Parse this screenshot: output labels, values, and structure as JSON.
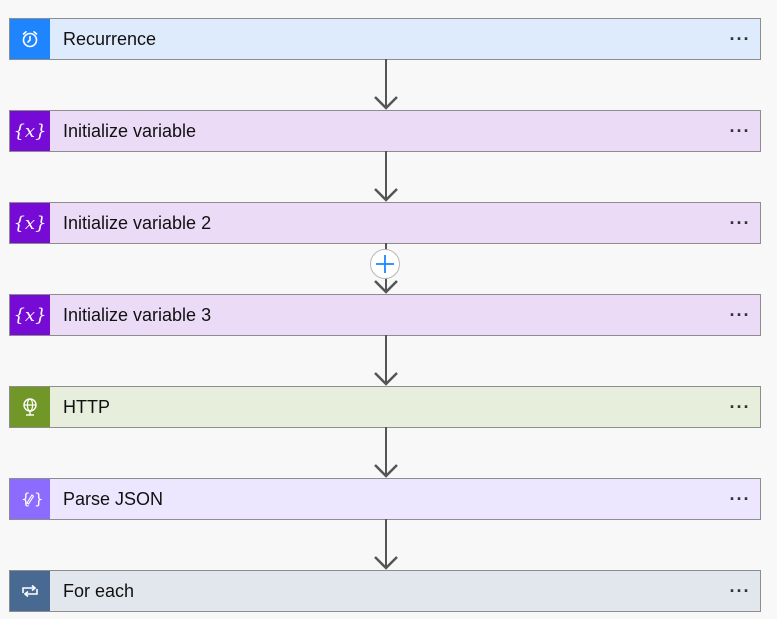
{
  "steps": [
    {
      "id": "recurrence",
      "title": "Recurrence",
      "icon": "alarm-clock-icon",
      "icon_bg": "#1f85ff",
      "card_bg": "#ddebfc"
    },
    {
      "id": "initialize-variable",
      "title": "Initialize variable",
      "icon": "variable-icon",
      "icon_bg": "#770bd6",
      "card_bg": "#ebdbf7"
    },
    {
      "id": "initialize-variable-2",
      "title": "Initialize variable 2",
      "icon": "variable-icon",
      "icon_bg": "#770bd6",
      "card_bg": "#ebdbf7"
    },
    {
      "id": "initialize-variable-3",
      "title": "Initialize variable 3",
      "icon": "variable-icon",
      "icon_bg": "#770bd6",
      "card_bg": "#ebdbf7"
    },
    {
      "id": "http",
      "title": "HTTP",
      "icon": "globe-icon",
      "icon_bg": "#709727",
      "card_bg": "#e7efdc"
    },
    {
      "id": "parse-json",
      "title": "Parse JSON",
      "icon": "json-icon",
      "icon_bg": "#8c6cff",
      "card_bg": "#ece6ff"
    },
    {
      "id": "for-each",
      "title": "For each",
      "icon": "loop-icon",
      "icon_bg": "#486991",
      "card_bg": "#e2e7ee"
    }
  ],
  "more_label": "···",
  "colors": {
    "connector": "#555555",
    "add_button_plus": "#1f85ff"
  }
}
